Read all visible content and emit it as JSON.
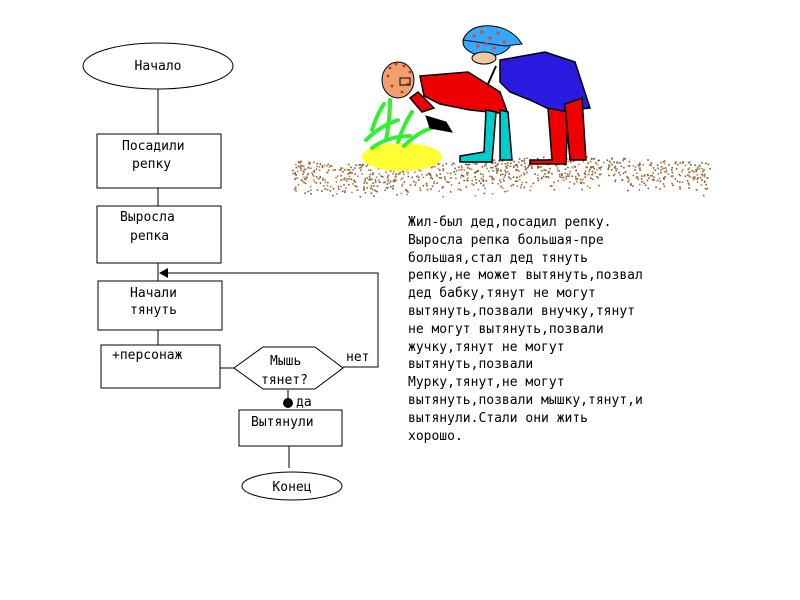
{
  "flowchart": {
    "start": "Начало",
    "step_planted": [
      "Посадили",
      "репку"
    ],
    "step_grew": [
      "Выросла",
      "репка"
    ],
    "step_pulling": [
      "Начали",
      "тянуть"
    ],
    "step_add": "+персонаж",
    "decision": [
      "Мышь",
      "тянет?"
    ],
    "branch_no": "нет",
    "branch_yes": "да",
    "step_pulled": "Вытянули",
    "end": "Конец"
  },
  "story": {
    "lines": [
      "Жил-был дед,посадил репку.",
      "Выросла репка большая-пре",
      "большая,стал дед тянуть",
      "репку,не может вытянуть,позвал",
      "дед бабку,тянут не могут",
      "вытянуть,позвали внучку,тянут",
      "не могут вытянуть,позвали",
      "жучку,тянут не могут",
      "вытянуть,позвали",
      "Мурку,тянут,не могут",
      "вытянуть,позвали мышку,тянут,и",
      "вытянули.Стали они жить",
      "хорошо."
    ]
  },
  "colors": {
    "soil": "#8b5a2b",
    "turnip_yellow": "#ffff33",
    "leaves_green": "#33ee33",
    "grandpa_coat": "#ee0000",
    "grandpa_pants": "#00cccc",
    "grandma_dress": "#2a1ae0",
    "grandma_skirt": "#ee0000",
    "scarf": "#33aaff"
  },
  "icons": [
    "grandpa-figure",
    "grandma-figure",
    "turnip",
    "soil"
  ]
}
